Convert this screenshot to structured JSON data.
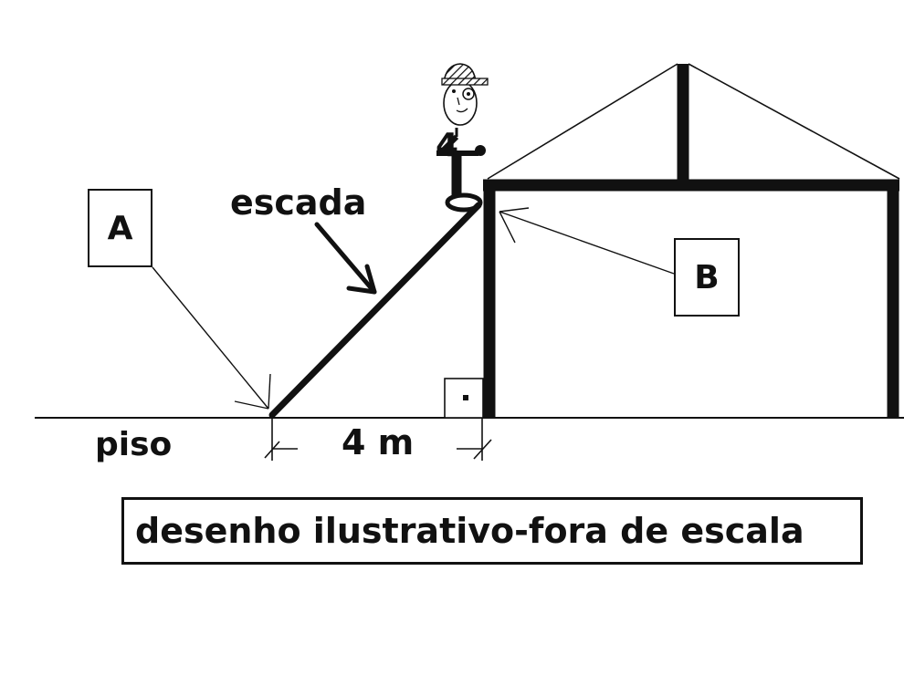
{
  "labels": {
    "point_a": "A",
    "point_b": "B",
    "ladder": "escada",
    "floor": "piso",
    "distance": "4 m"
  },
  "caption": "desenho ilustrativo-fora de escala",
  "figure": {
    "person_marking": "4",
    "right_angle_marker": true
  }
}
